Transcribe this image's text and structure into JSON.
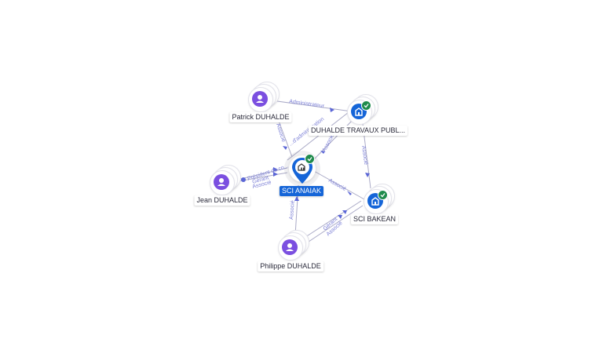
{
  "nodes": {
    "patrick": {
      "label": "Patrick DUHALDE",
      "kind": "person",
      "icon": "person-icon"
    },
    "jean": {
      "label": "Jean DUHALDE",
      "kind": "person",
      "icon": "person-icon"
    },
    "philippe": {
      "label": "Philippe DUHALDE",
      "kind": "person",
      "icon": "person-icon"
    },
    "center": {
      "label": "SCI ANAIAK",
      "kind": "company",
      "icon": "building-icon",
      "verified": true
    },
    "duhalde_tp": {
      "label": "DUHALDE TRAVAUX PUBL...",
      "kind": "company",
      "icon": "building-icon",
      "verified": true
    },
    "bakean": {
      "label": "SCI BAKEAN",
      "kind": "company",
      "icon": "building-icon",
      "verified": true
    }
  },
  "edge_labels": {
    "patrick_tp": "Administrateur",
    "patrick_center": "Associé",
    "center_tp_a": "Associé",
    "center_tp_b": "...d'administration",
    "jean_center_a": "Président du co...",
    "jean_center_b": "Gérant",
    "jean_center_c": "Associé",
    "tp_bakean": "Associé",
    "center_bakean": "Associé",
    "philippe_center": "Associé",
    "philippe_bakean_a": "Gérant",
    "philippe_bakean_b": "Associé"
  },
  "colors": {
    "person": "#7b4fe0",
    "company": "#1565d8",
    "verified": "#1f8b4c",
    "edge": "#a9a9c6",
    "edge_label": "#7b7fd6"
  }
}
